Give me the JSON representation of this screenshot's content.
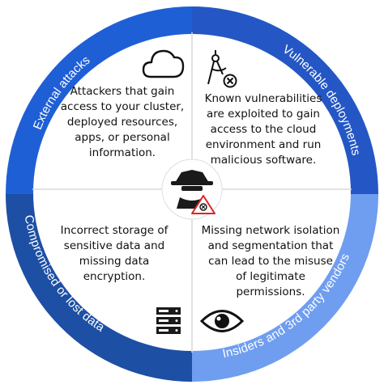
{
  "colors": {
    "top_left": "#1f5fd6",
    "top_right": "#2457c5",
    "bottom_left": "#1d4fa5",
    "bottom_right": "#6f9ef0",
    "divider": "#d9d9d9",
    "text": "#111111"
  },
  "quadrants": {
    "top_left": {
      "ring_label": "External attacks",
      "icon": "cloud-icon",
      "text": [
        "Attackers that gain",
        "access to your cluster,",
        "deployed resources,",
        "apps, or personal",
        "information."
      ]
    },
    "top_right": {
      "ring_label": "Vulnerable deployments",
      "icon": "compass-vulnerability-icon",
      "text": [
        "Known vulnerabilities",
        "are exploited to gain",
        "access to the cloud",
        "environment and run",
        "malicious software."
      ]
    },
    "bottom_left": {
      "ring_label": "Compromised or lost data",
      "icon": "server-storage-icon",
      "text": [
        "Incorrect storage of",
        "sensitive data and",
        "missing data",
        "encryption."
      ]
    },
    "bottom_right": {
      "ring_label": "Insiders and 3rd party vendors",
      "icon": "eye-icon",
      "text": [
        "Missing network isolation",
        "and segmentation that",
        "can lead to the misuse",
        "of legitimate",
        "permissions."
      ]
    }
  },
  "center": {
    "icon": "hacker-spy-warning-icon"
  }
}
